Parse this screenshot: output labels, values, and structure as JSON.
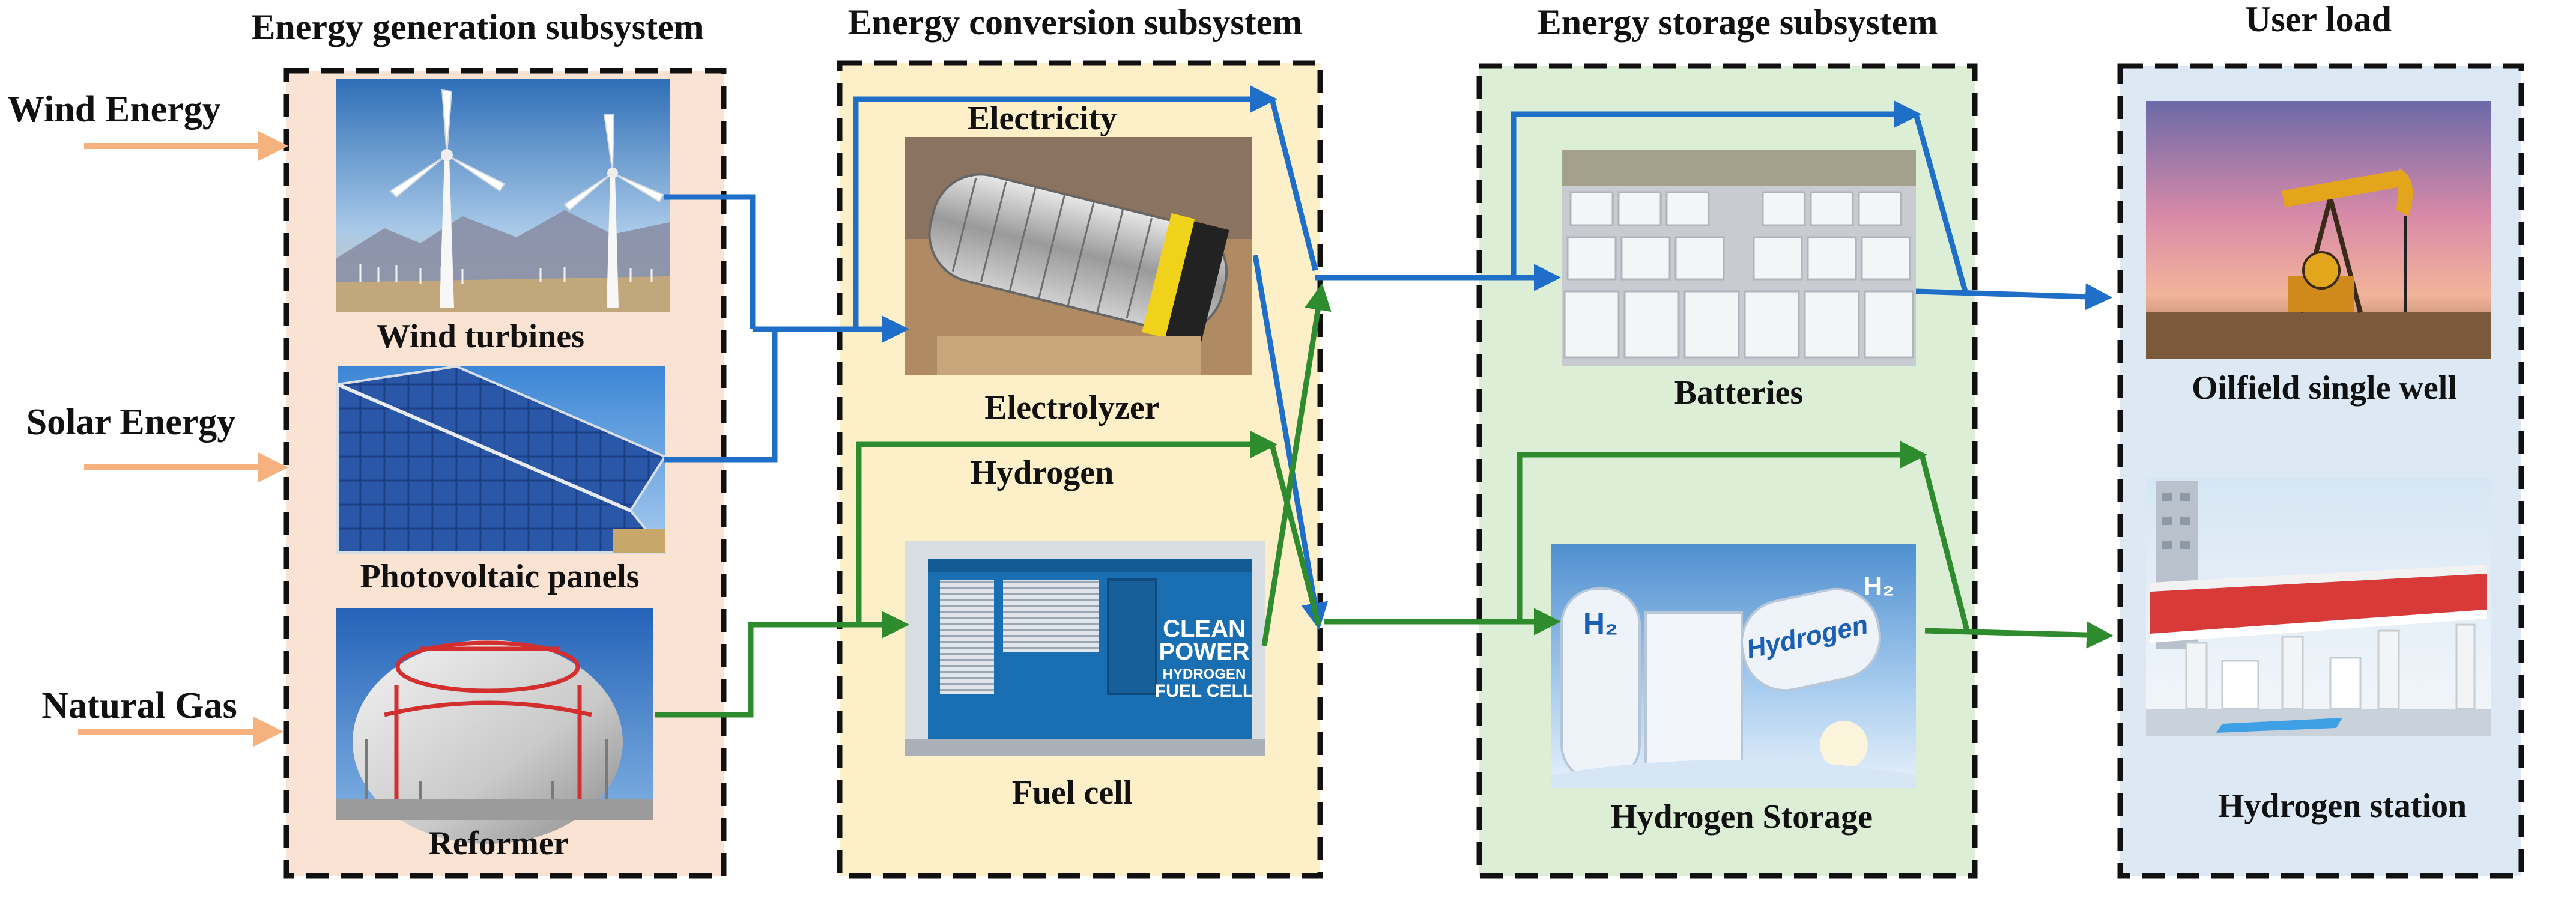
{
  "subsystems": {
    "generation": "Energy generation subsystem",
    "conversion": "Energy conversion subsystem",
    "storage": "Energy storage subsystem",
    "load": "User load"
  },
  "inputs": {
    "wind": "Wind Energy",
    "solar": "Solar Energy",
    "gas": "Natural Gas"
  },
  "components": {
    "wind_turbines": "Wind turbines",
    "pv_panels": "Photovoltaic panels",
    "reformer": "Reformer",
    "electrolyzer": "Electrolyzer",
    "fuel_cell": "Fuel cell",
    "batteries": "Batteries",
    "hydrogen_storage": "Hydrogen Storage",
    "oilfield_well": "Oilfield single well",
    "hydrogen_station": "Hydrogen station"
  },
  "flows": {
    "electricity": "Electricity",
    "hydrogen": "Hydrogen"
  },
  "image_text": {
    "fuel_cell_container": [
      "CLEAN",
      "POWER",
      "HYDROGEN",
      "FUEL CELL"
    ],
    "h2_tank_left": "H₂",
    "h2_tank_word": "Hydrogen",
    "h2_tank_right": "H₂"
  },
  "colors": {
    "electricity_flow": "#1F6FC8",
    "hydrogen_flow": "#2E8B2E",
    "input_arrow": "#F5B27E",
    "generation_bg": "#FBE3D4",
    "conversion_bg": "#FDF0C8",
    "storage_bg": "#DCEFD6",
    "load_bg": "#DCE8F4"
  }
}
